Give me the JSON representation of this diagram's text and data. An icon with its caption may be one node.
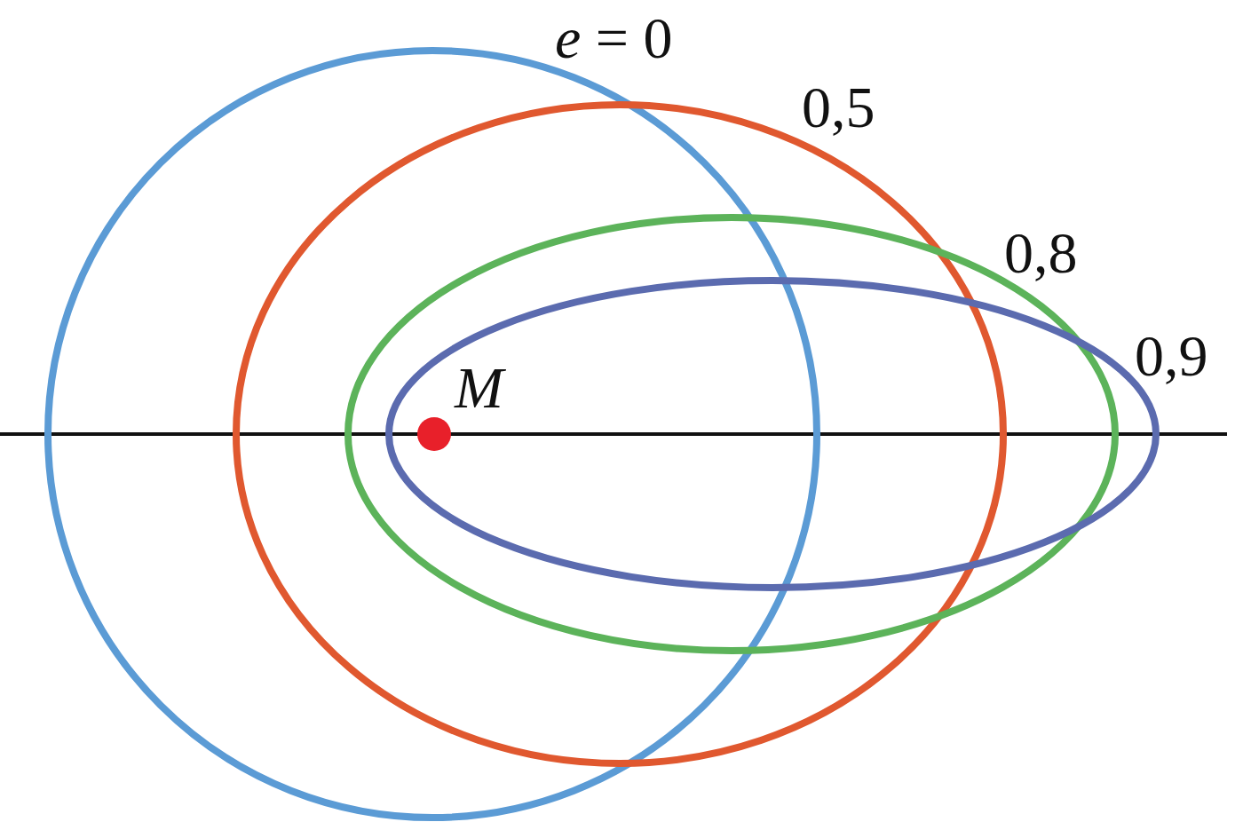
{
  "diagram": {
    "labels": [
      "*e* = 0",
      "0,5",
      "0,8",
      "0,9",
      "M"
    ]
  }
}
